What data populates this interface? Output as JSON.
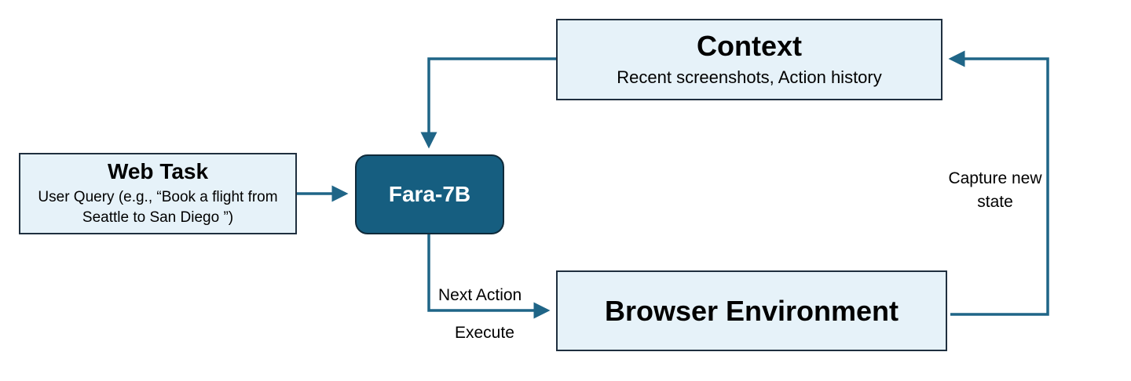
{
  "nodes": {
    "context": {
      "title": "Context",
      "subtitle": "Recent screenshots, Action history"
    },
    "web_task": {
      "title": "Web Task",
      "subtitle": "User Query (e.g., “Book a flight from Seattle to San Diego ”)"
    },
    "model": {
      "title": "Fara-7B"
    },
    "browser": {
      "title": "Browser Environment"
    }
  },
  "edges": {
    "next_action": "Next Action",
    "execute": "Execute",
    "capture": "Capture new state"
  },
  "colors": {
    "connector": "#1f6587",
    "box_fill": "#e6f2f9",
    "model_fill": "#165e80",
    "box_border": "#1f2f3f"
  }
}
